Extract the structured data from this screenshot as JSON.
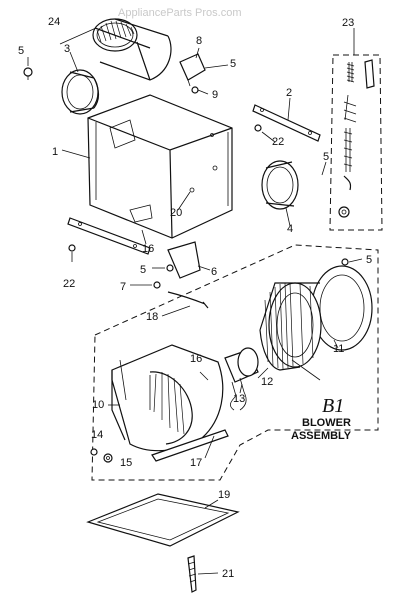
{
  "watermark": "ApplianceParts Pros.com",
  "labels": {
    "p1": "1",
    "p2": "2",
    "p3": "3",
    "p4": "4",
    "p5a": "5",
    "p5b": "5",
    "p5c": "5",
    "p5d": "5",
    "p5e": "5",
    "p6": "6",
    "p7": "7",
    "p8": "8",
    "p9": "9",
    "p10": "10",
    "p11": "11",
    "p12": "12",
    "p13": "13",
    "p14": "14",
    "p15": "15",
    "p16a": "16",
    "p16b": "16",
    "p17": "17",
    "p18": "18",
    "p19": "19",
    "p20": "20",
    "p21": "21",
    "p22a": "22",
    "p22b": "22",
    "p23": "23",
    "p24": "24"
  },
  "assembly": {
    "code": "B1",
    "line1": "BLOWER",
    "line2": "ASSEMBLY"
  }
}
